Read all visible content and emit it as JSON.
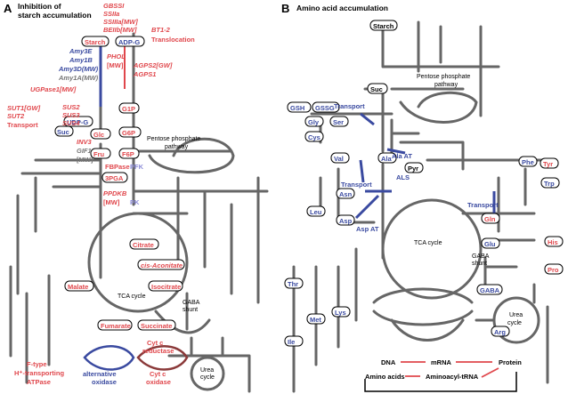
{
  "panelA": {
    "letter": "A",
    "title_line1": "Inhibition of",
    "title_line2": "starch accumulation",
    "metabolites": {
      "starch": "Starch",
      "adpg": "ADP-G",
      "g1p": "G1P",
      "udpg": "UDP-G",
      "glc": "Glc",
      "g6p": "G6P",
      "suc": "Suc",
      "fru": "Fru",
      "f6p": "F6P",
      "pga3": "3PGA",
      "citrate": "Citrate",
      "cis_aconitate": "cis-Aconitate",
      "isocitrate": "Isocitrate",
      "malate": "Malate",
      "fumarate": "Fumarate",
      "succinate": "Succinate"
    },
    "genes": {
      "gbssi": "GBSSI",
      "ssiia": "SSIIa",
      "ssiiia": "SSIIIa[MW]",
      "beiib": "BEIIb[MW]",
      "bt12": "BT1-2",
      "translocation": "Translocation",
      "amy3e": "Amy3E",
      "amy1b": "Amy1B",
      "amy3d": "Amy3D(MW)",
      "amy1a": "Amy1A(MW)",
      "phol": "PHOL",
      "phol_mw": "[MW]",
      "agps2": "AGPS2[GW]",
      "agps1": "AGPS1",
      "ugpase1": "UGPase1[MW]",
      "sut1": "SUT1[GW]",
      "sut2": "SUT2",
      "transport": "Transport",
      "sus2": "SUS2",
      "sus3": "SUS3",
      "sus4": "SUS4",
      "inv3": "INV3",
      "gif1": "GIF1",
      "gif1_mw": "[MW]",
      "fbpase": "FBPase",
      "pfk": "PFK",
      "ppdkb": "PPDKB",
      "ppdkb_mw": "[MW]",
      "pk": "PK",
      "cytc_reductase_1": "Cyt c",
      "cytc_reductase_2": "reductase",
      "alt_oxidase_1": "alternative",
      "alt_oxidase_2": "oxidase",
      "cytc_oxidase_1": "Cyt c",
      "cytc_oxidase_2": "oxidase",
      "atpase_1": "F-type",
      "atpase_2": "H⁺-transporting",
      "atpase_3": "ATPase"
    },
    "pathway_labels": {
      "pentose_1": "Pentose phosphate",
      "pentose_2": "pathway",
      "tca": "TCA cycle",
      "gaba_1": "GABA",
      "gaba_2": "shunt",
      "urea_1": "Urea",
      "urea_2": "cycle"
    }
  },
  "panelB": {
    "letter": "B",
    "title": "Amino acid accumulation",
    "metabolites": {
      "starch": "Starch",
      "suc": "Suc",
      "gsh": "GSH",
      "gssg": "GSSG",
      "gly": "Gly",
      "ser": "Ser",
      "cys": "Cys",
      "val": "Val",
      "ala": "Ala",
      "pyr": "Pyr",
      "phe": "Phe",
      "tyr": "Tyr",
      "trp": "Trp",
      "asn": "Asn",
      "leu": "Leu",
      "asp": "Asp",
      "gln": "Gln",
      "his": "His",
      "glu": "Glu",
      "pro": "Pro",
      "gaba": "GABA",
      "thr": "Thr",
      "met": "Met",
      "lys": "Lys",
      "ile": "Ile",
      "arg": "Arg"
    },
    "genes": {
      "transport_ser": "Transport",
      "ala_at": "Ala AT",
      "als": "ALS",
      "transport_asn": "Transport",
      "asp_at": "Asp AT",
      "transport_gln": "Transport"
    },
    "pathway_labels": {
      "pentose_1": "Pentose phosphate",
      "pentose_2": "pathway",
      "tca": "TCA cycle",
      "gaba_1": "GABA",
      "gaba_2": "shunt",
      "urea_1": "Urea",
      "urea_2": "cycle"
    },
    "legend": {
      "dna": "DNA",
      "mrna": "mRNA",
      "protein": "Protein",
      "amino_acids": "Amino acids",
      "aminoacyl_trna": "Aminoacyl-tRNA"
    }
  },
  "colors": {
    "red": "#e0474c",
    "blue": "#3a4aa0",
    "gray_gene": "#777777",
    "pathway": "#666666"
  }
}
